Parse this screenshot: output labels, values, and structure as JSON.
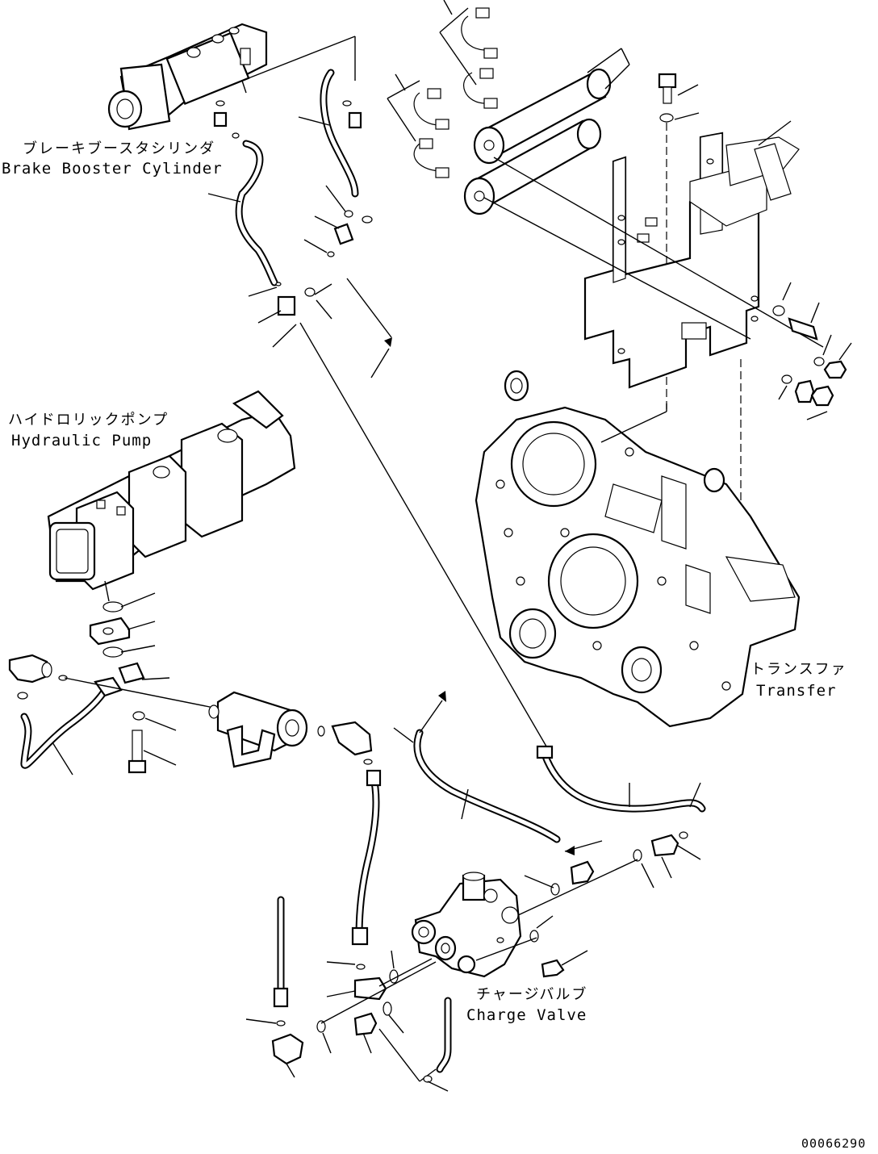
{
  "labels": {
    "brake_booster_jp": "ブレーキブースタシリンダ",
    "brake_booster_en": "Brake Booster Cylinder",
    "hydraulic_pump_jp": "ハイドロリックポンプ",
    "hydraulic_pump_en": "Hydraulic Pump",
    "transfer_jp": "トランスファ",
    "transfer_en": "Transfer",
    "charge_valve_jp": "チャージバルブ",
    "charge_valve_en": "Charge Valve"
  },
  "drawing_number": "00066290"
}
